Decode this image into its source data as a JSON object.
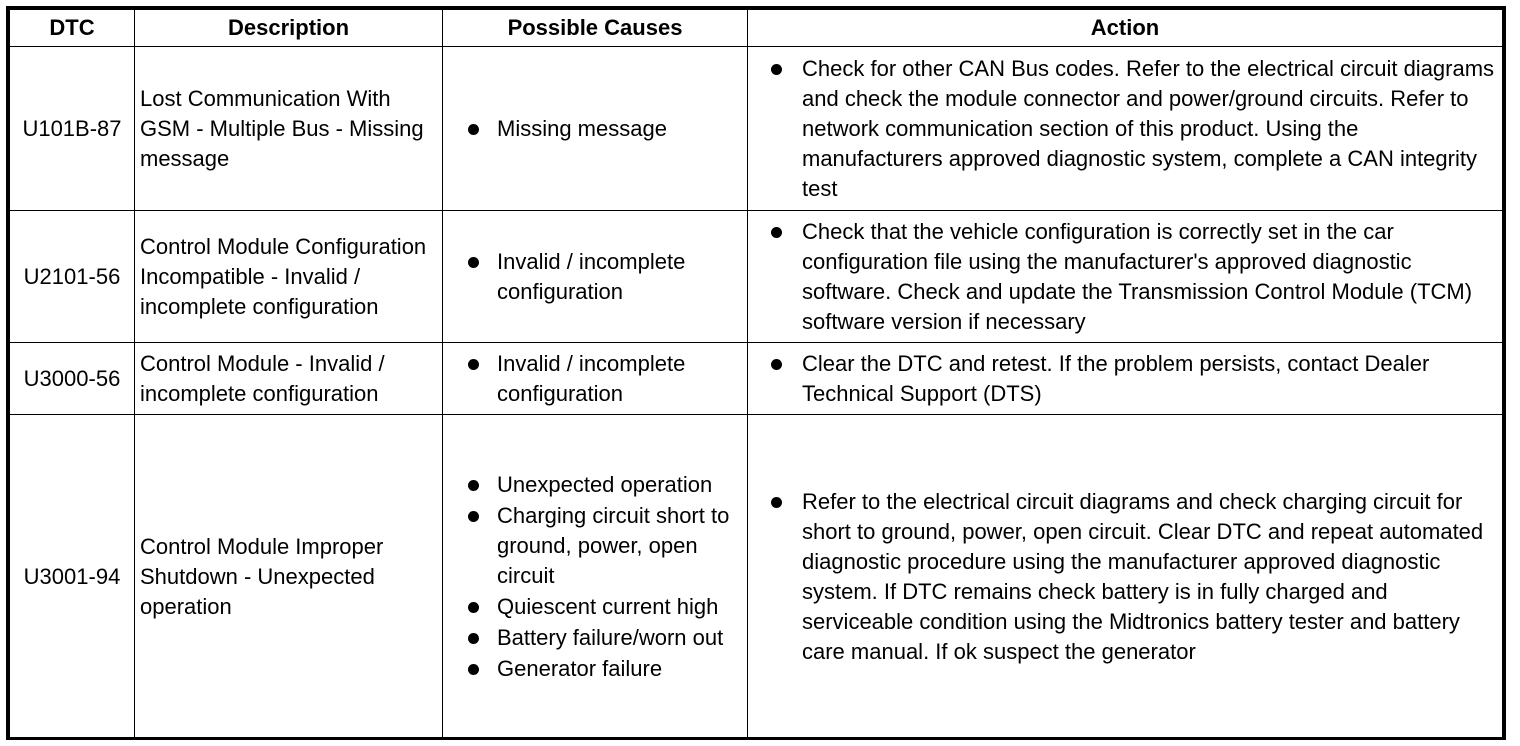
{
  "headers": {
    "dtc": "DTC",
    "description": "Description",
    "causes": "Possible Causes",
    "action": "Action"
  },
  "rows": [
    {
      "dtc": "U101B-87",
      "description": "Lost Communication With GSM - Multiple Bus - Missing message",
      "causes": [
        "Missing message"
      ],
      "actions": [
        "Check for other CAN Bus codes. Refer to the electrical circuit diagrams and check the module connector and power/ground circuits. Refer to network communication section of this product. Using the manufacturers approved diagnostic system, complete a CAN integrity test"
      ]
    },
    {
      "dtc": "U2101-56",
      "description": "Control Module Configuration Incompatible - Invalid / incomplete configuration",
      "causes": [
        "Invalid / incomplete configuration"
      ],
      "actions": [
        "Check that the vehicle configuration is correctly set in the car configuration file using the manufacturer's approved diagnostic software. Check and update the Transmission Control Module (TCM) software version if necessary"
      ]
    },
    {
      "dtc": "U3000-56",
      "description": "Control Module - Invalid / incomplete configuration",
      "causes": [
        "Invalid / incomplete configuration"
      ],
      "actions": [
        "Clear the DTC and retest. If the problem persists, contact Dealer Technical Support (DTS)"
      ]
    },
    {
      "dtc": "U3001-94",
      "description": "Control Module Improper Shutdown - Unexpected operation",
      "causes": [
        "Unexpected operation",
        "Charging circuit short to ground, power, open circuit",
        "Quiescent current high",
        "Battery failure/worn out",
        "Generator failure"
      ],
      "actions": [
        "Refer to the electrical circuit diagrams and check charging circuit for short to ground, power, open circuit. Clear DTC and repeat automated diagnostic procedure using the manufacturer approved diagnostic system. If DTC remains check battery is in fully charged and serviceable condition using the Midtronics battery tester and battery care manual. If ok suspect the generator"
      ]
    }
  ]
}
